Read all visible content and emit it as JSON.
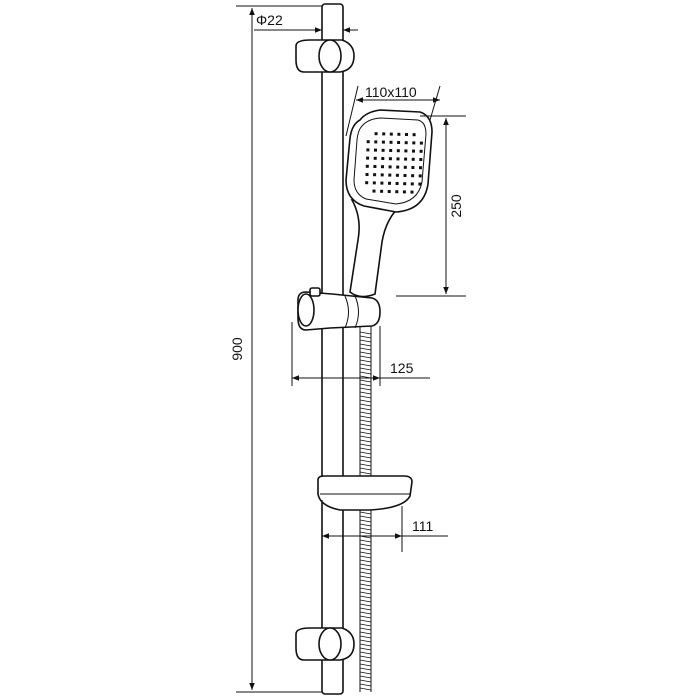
{
  "dimensions": {
    "rod_diameter": "Φ22",
    "head_size": "110x110",
    "handle_length": "250",
    "holder_projection": "125",
    "dish_projection": "111",
    "total_height": "900"
  },
  "colors": {
    "line": "#111111",
    "background": "#ffffff"
  }
}
